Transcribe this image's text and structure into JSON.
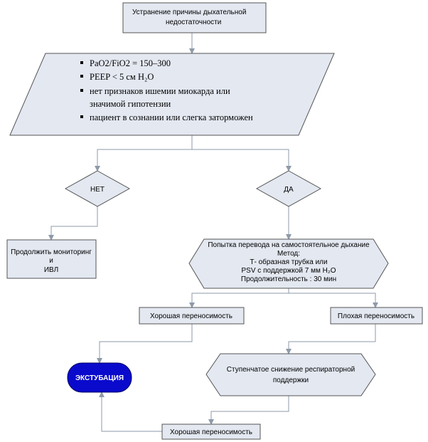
{
  "colors": {
    "box_fill": "#e3e8f1",
    "box_stroke": "#555555",
    "line": "#8e9aa8",
    "exit_fill": "#0a0acc"
  },
  "top_box": {
    "line1": "Устранение причины дыхательной",
    "line2": "недостаточности"
  },
  "criteria": {
    "items": [
      "PaO2/FiO2 = 150–300",
      "PEEP < 5 см H₂O",
      "нет признаков ишемии миокарда или",
      "значимой гипотензии",
      "пациент в сознании или слегка заторможен"
    ]
  },
  "decision_no": "НЕТ",
  "decision_yes": "ДА",
  "continue_box": {
    "line1": "Продолжить мониторинг",
    "line2": "и",
    "line3": "ИВЛ"
  },
  "attempt_box": {
    "line1": "Попытка перевода на самостоятельное дыхание",
    "line2": "Метод:",
    "line3": "Т- образная трубка или",
    "line4": "PSV с поддержкой 7 мм H₂O",
    "line5": "Продолжительность : 30 мин"
  },
  "good_tolerance": "Хорошая переносимость",
  "poor_tolerance": "Плохая переносимость",
  "extubation": "ЭКСТУБАЦИЯ",
  "stepwise_box": {
    "line1": "Ступенчатое снижение респираторной",
    "line2": "поддержки"
  },
  "good_tolerance_2": "Хорошая переносимость"
}
